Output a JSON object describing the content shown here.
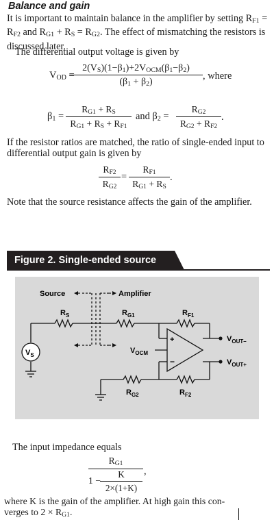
{
  "heading": "Balance and gain",
  "para1_parts": [
    "It is important to maintain balance in the amplifier by setting R",
    "F1",
    " = R",
    "F2",
    " and R",
    "G1",
    " + R",
    "S",
    " = R",
    "G2",
    ". The effect of mismatching the resistors is discussed later."
  ],
  "para2": "The differential output voltage is given by",
  "eq_vod": {
    "lhs": "V",
    "lhs_sub": "OD",
    "numerator": "2(V S)(1−β1)+2V OCM(β1−β2)",
    "num_a": "2(V",
    "num_a_sub": "S",
    "num_b": ")(1−β",
    "num_b_sub": "1",
    "num_c": ")+2V",
    "num_c_sub": "OCM",
    "num_d": "(β",
    "num_d_sub": "1",
    "num_e": "−β",
    "num_e_sub": "2",
    "num_f": ")",
    "den_a": "(β",
    "den_a_sub": "1",
    "den_b": " + β",
    "den_b_sub": "2",
    "den_c": ")",
    "tail": ", where"
  },
  "eq_beta": {
    "b1": "β",
    "b1_sub": "1",
    "b1_num": [
      "R",
      "G1",
      " + R",
      "S"
    ],
    "b1_den": [
      "R",
      "G1",
      " + R",
      "S",
      " + R",
      "F1"
    ],
    "and": "and",
    "b2": "β",
    "b2_sub": "2",
    "b2_num": [
      "R",
      "G2"
    ],
    "b2_den": [
      "R",
      "G2",
      " + R",
      "F2"
    ],
    "tail": "."
  },
  "para3": "If the resistor ratios are matched, the ratio of single-ended input to differential output gain is given by",
  "eq_ratio": {
    "l_num": [
      "R",
      "F2"
    ],
    "l_den": [
      "R",
      "G2"
    ],
    "r_num": [
      "R",
      "F1"
    ],
    "r_den": [
      "R",
      "G1",
      " + R",
      "S"
    ],
    "tail": "."
  },
  "para4": "Note that the source resistance affects the gain of the amplifier.",
  "figure": {
    "title": "Figure 2. Single-ended source",
    "source_label": "Source",
    "amplifier_label": "Amplifier",
    "rs": [
      "R",
      "S"
    ],
    "rg1": [
      "R",
      "G1"
    ],
    "rf1": [
      "R",
      "F1"
    ],
    "rg2": [
      "R",
      "G2"
    ],
    "rf2": [
      "R",
      "F2"
    ],
    "vocm": [
      "V",
      "OCM"
    ],
    "vout_minus": [
      "V",
      "OUT–"
    ],
    "vout_plus": [
      "V",
      "OUT+"
    ],
    "vs": [
      "V",
      "S"
    ],
    "plus": "+",
    "minus": "−"
  },
  "para5": "The input impedance equals",
  "eq_zin": {
    "top_num": [
      "R",
      "G1"
    ],
    "one": "1 −",
    "k": "K",
    "k_den": "2×(1+K)",
    "tail": ","
  },
  "para6_a": "where K is the gain of the amplifier. At high gain this con-",
  "para6_b": "verges to 2 × R",
  "para6_b_sub": "G1",
  "para6_b_end": "."
}
